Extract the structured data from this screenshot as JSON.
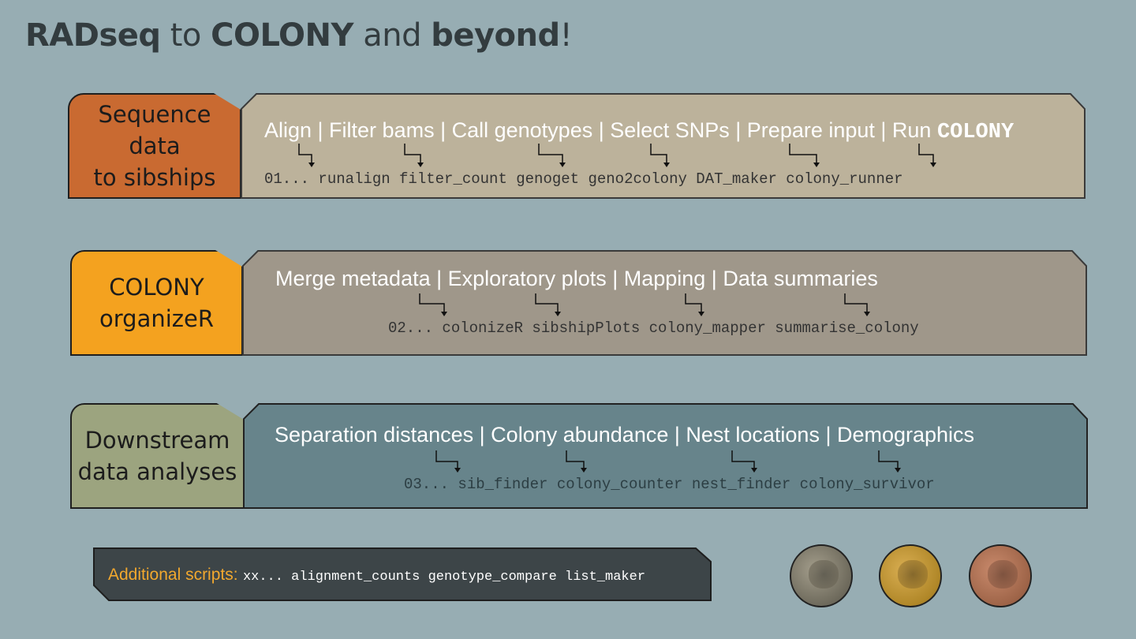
{
  "title": {
    "part1": "RADseq",
    "part2": " to ",
    "part3": "COLONY",
    "part4": " and ",
    "part5": "beyond",
    "part6": "!"
  },
  "rows": [
    {
      "label": "Sequence data\nto sibships",
      "steps_text": "Align | Filter bams | Call genotypes | Select SNPs | Prepare input | Run ",
      "steps_mono": "COLONY",
      "scripts_text": "01... runalign   filter_count   genoget   geno2colony   DAT_maker   colony_runner",
      "colors": {
        "label_bg": "#c96a31",
        "panel_bg": "#bcb29b"
      }
    },
    {
      "label": "COLONY\norganizeR",
      "steps_text": "Merge metadata  |  Exploratory plots  |  Mapping   |  Data summaries",
      "scripts_text": "02... colonizeR   sibshipPlots   colony_mapper   summarise_colony",
      "colors": {
        "label_bg": "#f4a21f",
        "panel_bg": "#9f978a"
      }
    },
    {
      "label": "Downstream\ndata analyses",
      "steps_text": "Separation distances | Colony abundance | Nest locations | Demographics",
      "scripts_text": "03... sib_finder   colony_counter   nest_finder   colony_survivor",
      "colors": {
        "label_bg": "#9ca47f",
        "panel_bg": "#67848b"
      }
    }
  ],
  "additional": {
    "label": "Additional scripts:",
    "scripts": "xx... alignment_counts  genotype_compare  list_maker",
    "colors": {
      "bg": "#3d4548",
      "label": "#f2a82e"
    }
  },
  "images": [
    {
      "icon": "bee-photo-icon",
      "tint": "#8a8474"
    },
    {
      "icon": "bee-photo-icon",
      "tint": "#c29a3c"
    },
    {
      "icon": "bee-photo-icon",
      "tint": "#b07356"
    }
  ],
  "colors": {
    "background": "#97adb3",
    "title": "#333c3f"
  }
}
